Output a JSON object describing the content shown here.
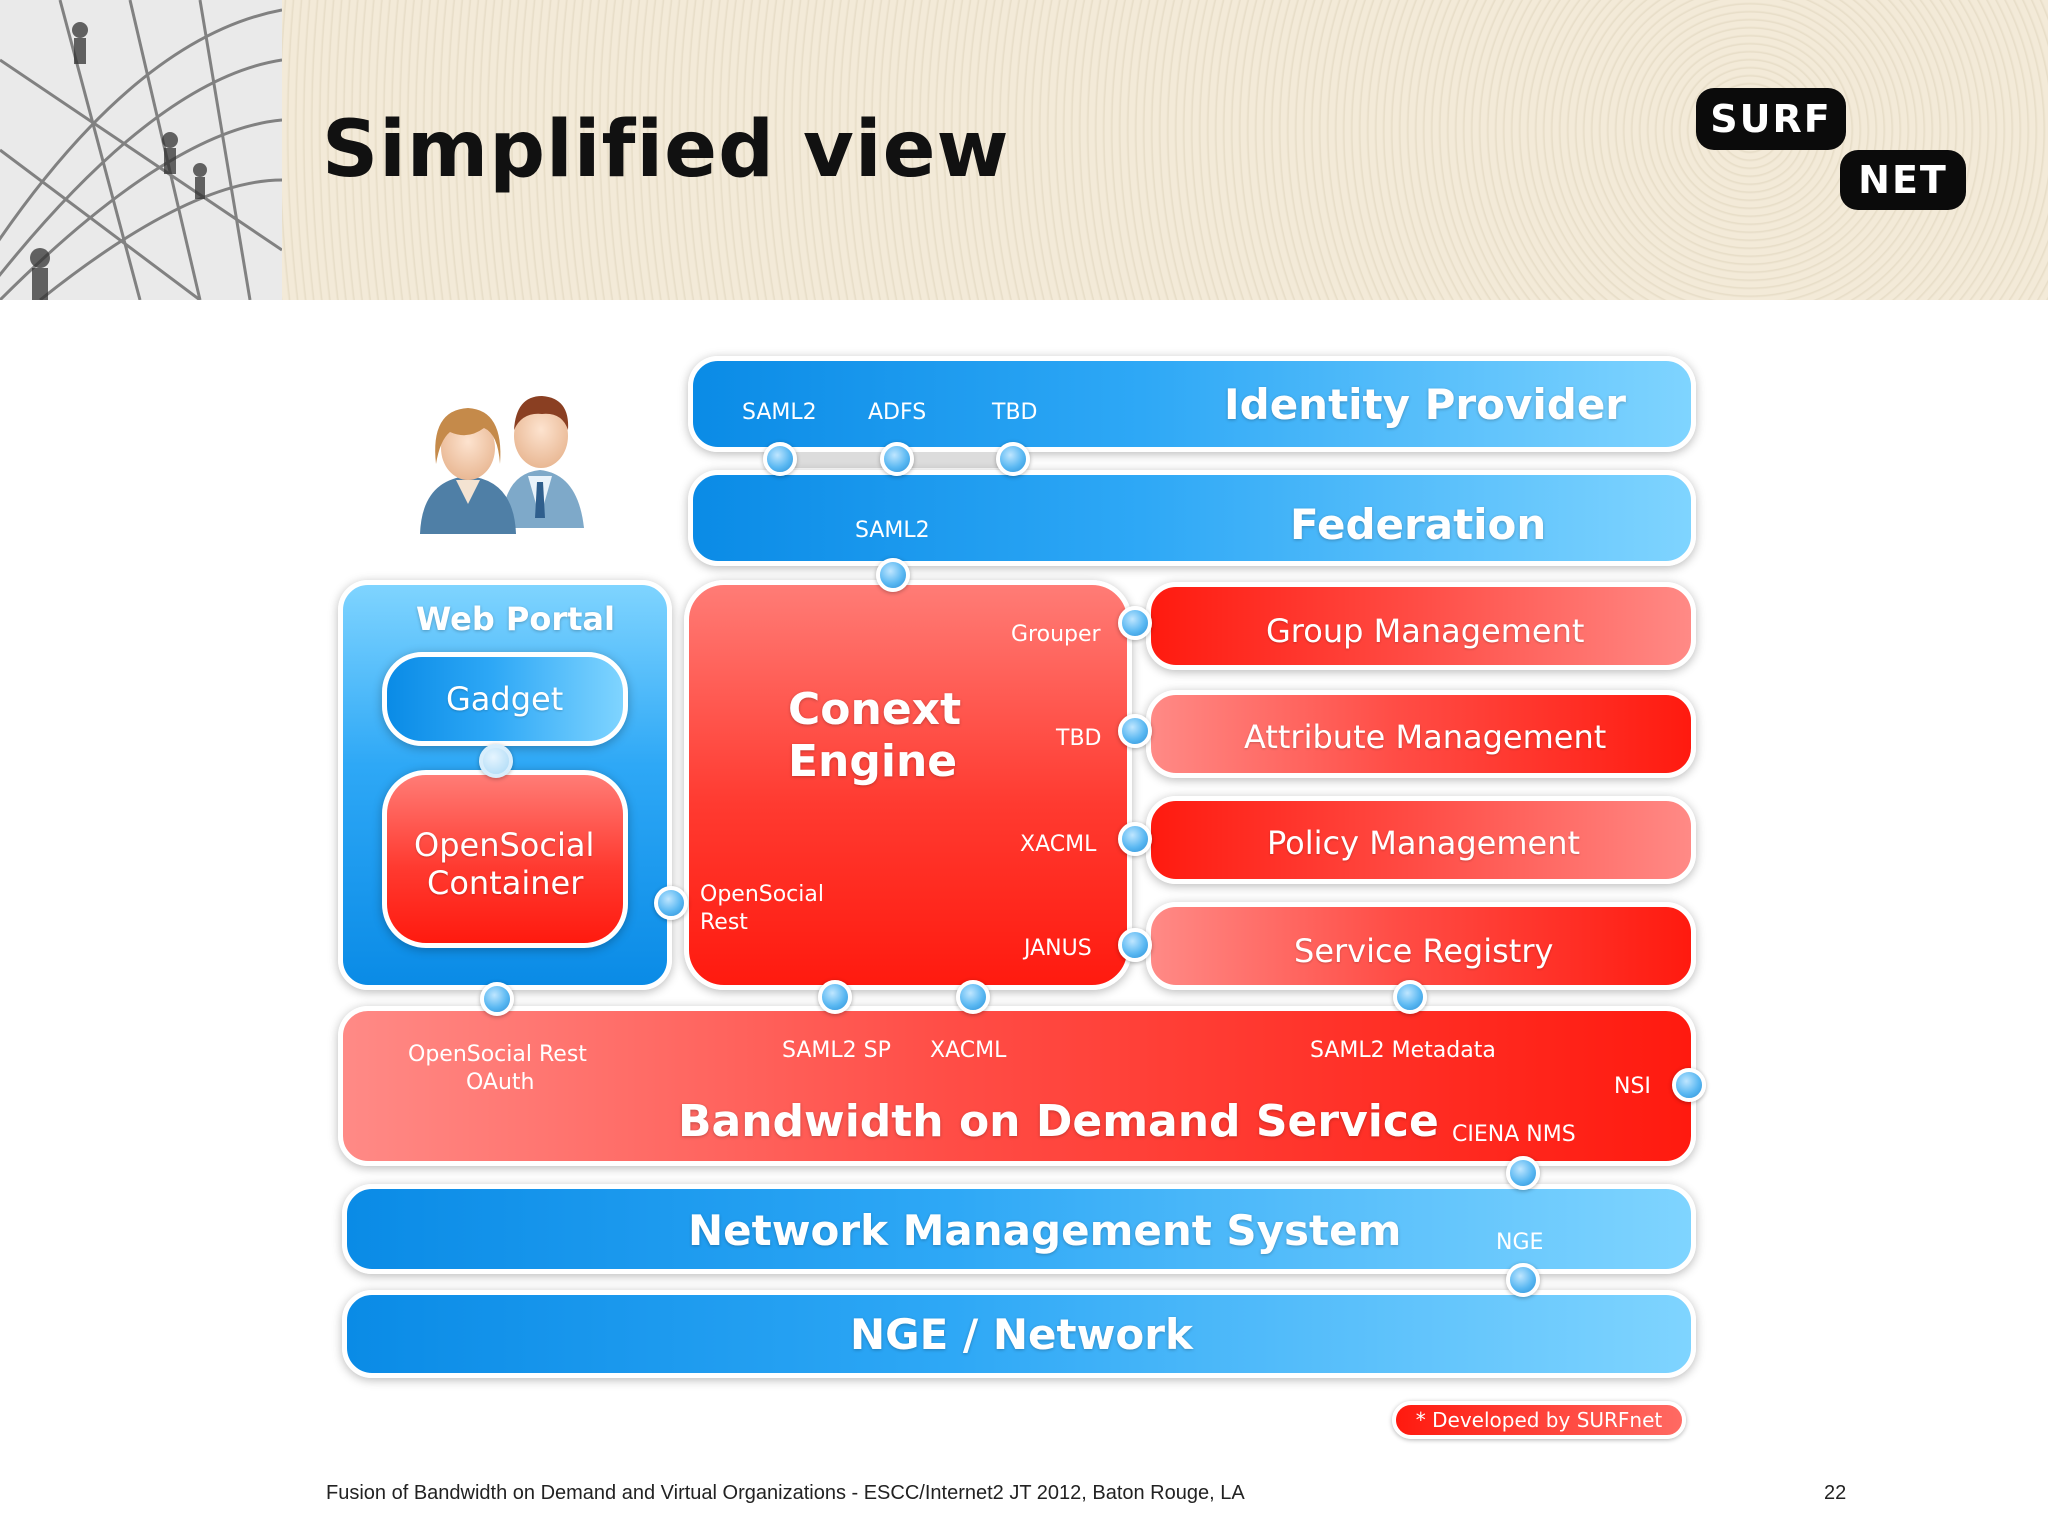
{
  "slide": {
    "title": "Simplified view",
    "footer": "Fusion of Bandwidth on Demand and Virtual Organizations - ESCC/Internet2 JT 2012, Baton Rouge, LA",
    "page_number": "22",
    "note": "* Developed by SURFnet"
  },
  "logo": {
    "line1": "SURF",
    "line2": "NET"
  },
  "diagram": {
    "identity_provider": {
      "title": "Identity Provider",
      "protocols": [
        "SAML2",
        "ADFS",
        "TBD"
      ]
    },
    "federation": {
      "title": "Federation",
      "protocol": "SAML2"
    },
    "web_portal": {
      "title": "Web Portal",
      "gadget": "Gadget",
      "container_line1": "OpenSocial",
      "container_line2": "Container"
    },
    "conext_engine": {
      "title_line1": "Conext",
      "title_line2": "Engine",
      "ports": {
        "grouper": "Grouper",
        "tbd": "TBD",
        "xacml": "XACML",
        "janus": "JANUS",
        "opensocial_line1": "OpenSocial",
        "opensocial_line2": "Rest"
      }
    },
    "management": {
      "group": "Group Management",
      "attribute": "Attribute Management",
      "policy": "Policy Management",
      "registry": "Service Registry"
    },
    "bod": {
      "title": "Bandwidth on Demand Service",
      "opensocial_line1": "OpenSocial Rest",
      "opensocial_line2": "OAuth",
      "saml2_sp": "SAML2 SP",
      "xacml": "XACML",
      "saml2_metadata": "SAML2 Metadata",
      "nsi": "NSI",
      "ciena": "CIENA NMS"
    },
    "nms": {
      "title": "Network Management System",
      "port": "NGE"
    },
    "network": {
      "title": "NGE / Network"
    }
  },
  "colors": {
    "blue_accent": "#0a8be6",
    "red_accent": "#ff1a0f"
  }
}
